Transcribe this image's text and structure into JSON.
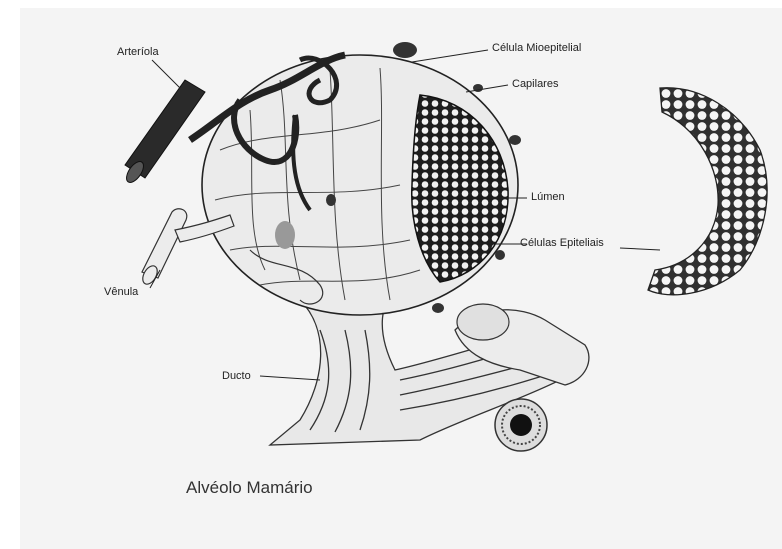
{
  "labels": {
    "arteriola": "Arteríola",
    "celula_mioepitelial": "Célula Mioepitelial",
    "capilares": "Capilares",
    "lumen": "Lúmen",
    "celulas_epiteliais": "Células Epiteliais",
    "venula": "Vênula",
    "ducto": "Ducto"
  },
  "caption": "Alvéolo Mamário"
}
